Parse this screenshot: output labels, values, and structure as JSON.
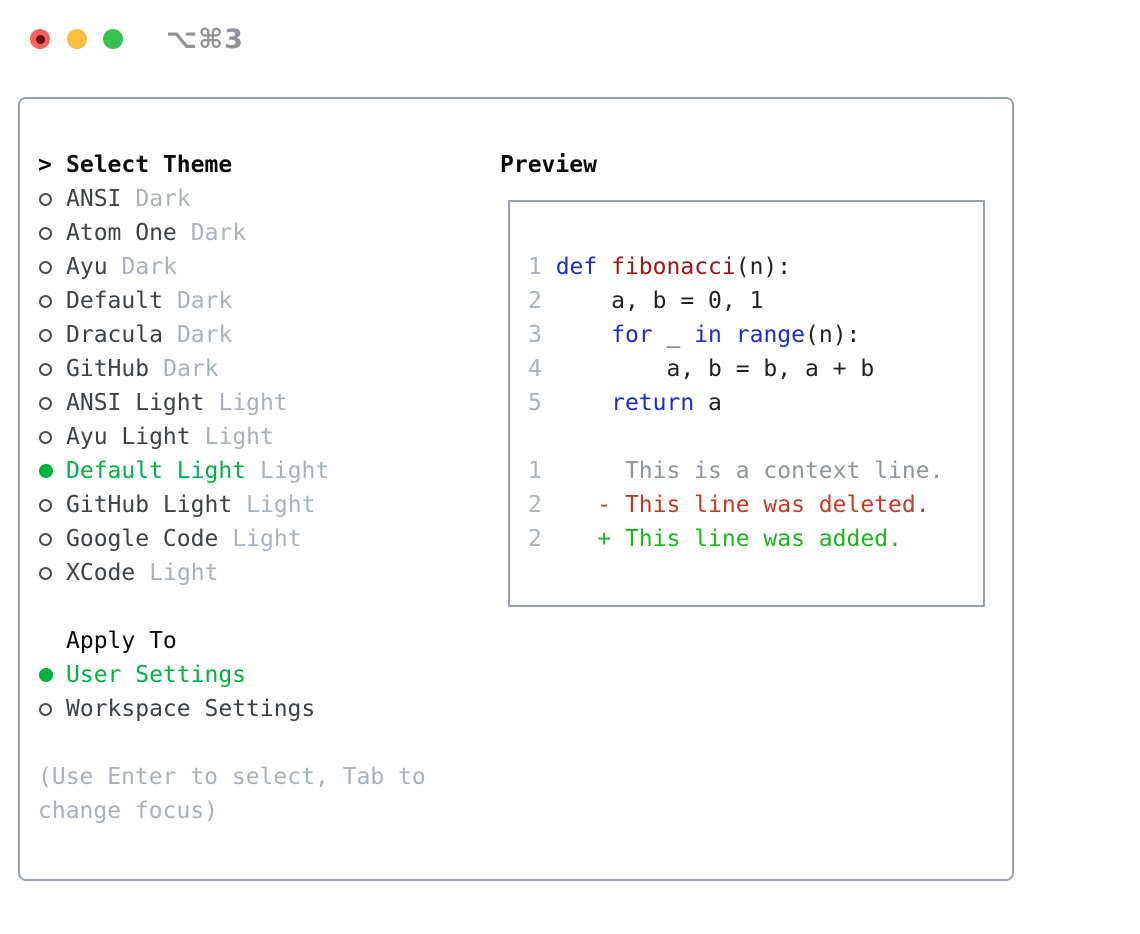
{
  "window": {
    "shortcut": "⌥⌘3",
    "traffic_lights": [
      "close",
      "minimize",
      "zoom"
    ]
  },
  "colors": {
    "border": "#9aa2ac",
    "header": "#0a0a0a",
    "item_text": "#3d4249",
    "muted_gray": "#a9b1bc",
    "context_gray": "#8e959e",
    "selected_green": "#00b243",
    "keyword_blue": "#1b2ad9",
    "function_red": "#a31414",
    "diff_deleted_red": "#c43b23",
    "diff_added_green": "#1bb81b",
    "code_black": "#1f2125",
    "traffic_red": "#f4615b",
    "traffic_red_dot": "#661008",
    "traffic_yellow": "#f7bd3d",
    "traffic_green": "#36c24d",
    "shortcut_gray": "#8f9197"
  },
  "theme_panel": {
    "header": {
      "prefix": ">",
      "label": "Select Theme"
    },
    "themes": [
      {
        "name": "ANSI",
        "tag": "Dark",
        "selected": false
      },
      {
        "name": "Atom One",
        "tag": "Dark",
        "selected": false
      },
      {
        "name": "Ayu",
        "tag": "Dark",
        "selected": false
      },
      {
        "name": "Default",
        "tag": "Dark",
        "selected": false
      },
      {
        "name": "Dracula",
        "tag": "Dark",
        "selected": false
      },
      {
        "name": "GitHub",
        "tag": "Dark",
        "selected": false
      },
      {
        "name": "ANSI Light",
        "tag": "Light",
        "selected": false
      },
      {
        "name": "Ayu Light",
        "tag": "Light",
        "selected": false
      },
      {
        "name": "Default Light",
        "tag": "Light",
        "selected": true
      },
      {
        "name": "GitHub Light",
        "tag": "Light",
        "selected": false
      },
      {
        "name": "Google Code",
        "tag": "Light",
        "selected": false
      },
      {
        "name": "XCode",
        "tag": "Light",
        "selected": false
      }
    ],
    "apply_to": {
      "label": "Apply To",
      "options": [
        {
          "label": "User Settings",
          "selected": true
        },
        {
          "label": "Workspace Settings",
          "selected": false
        }
      ]
    },
    "help": [
      "(Use Enter to select, Tab to",
      "change focus)"
    ]
  },
  "preview": {
    "title": "Preview",
    "lines": [
      [],
      [
        [
          "1 ",
          "num"
        ],
        [
          "def",
          "kw"
        ],
        [
          " ",
          "pl"
        ],
        [
          "fibonacci",
          "fn"
        ],
        [
          "(n):",
          "pl"
        ]
      ],
      [
        [
          "2 ",
          "num"
        ],
        [
          "    a, b = 0, 1",
          "pl"
        ]
      ],
      [
        [
          "3 ",
          "num"
        ],
        [
          "    ",
          "pl"
        ],
        [
          "for",
          "kw"
        ],
        [
          " _ ",
          "pl"
        ],
        [
          "in",
          "kw"
        ],
        [
          " ",
          "pl"
        ],
        [
          "range",
          "kw"
        ],
        [
          "(n):",
          "pl"
        ]
      ],
      [
        [
          "4 ",
          "num"
        ],
        [
          "        a, b = b, a + b",
          "pl"
        ]
      ],
      [
        [
          "5 ",
          "num"
        ],
        [
          "    ",
          "pl"
        ],
        [
          "return",
          "kw"
        ],
        [
          " a",
          "pl"
        ]
      ],
      [],
      [
        [
          "1 ",
          "num"
        ],
        [
          "     This is a context line.",
          "ctx"
        ]
      ],
      [
        [
          "2 ",
          "num"
        ],
        [
          "   ",
          "pl"
        ],
        [
          "- This line was deleted.",
          "del"
        ]
      ],
      [
        [
          "2 ",
          "num"
        ],
        [
          "   ",
          "pl"
        ],
        [
          "+ This line was added.",
          "add"
        ]
      ]
    ]
  }
}
